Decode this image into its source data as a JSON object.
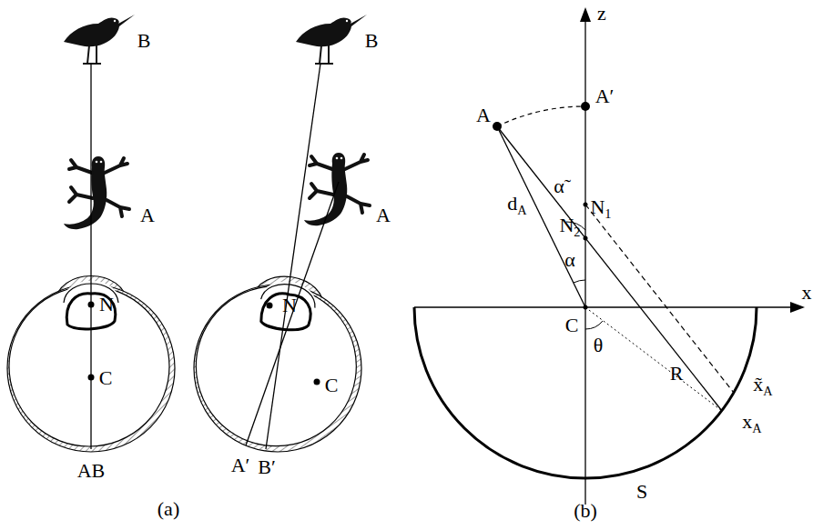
{
  "diagram": {
    "labels": [
      "B",
      "A",
      "N",
      "C",
      "AB",
      "B",
      "A",
      "N",
      "C",
      "A′",
      "B′",
      "(a)",
      "z",
      "x",
      "A",
      "A′",
      "α̃",
      "N1",
      "N2",
      "α",
      "dA",
      "C",
      "θ",
      "R",
      "x̃A",
      "xA",
      "S",
      "(b)"
    ]
  }
}
